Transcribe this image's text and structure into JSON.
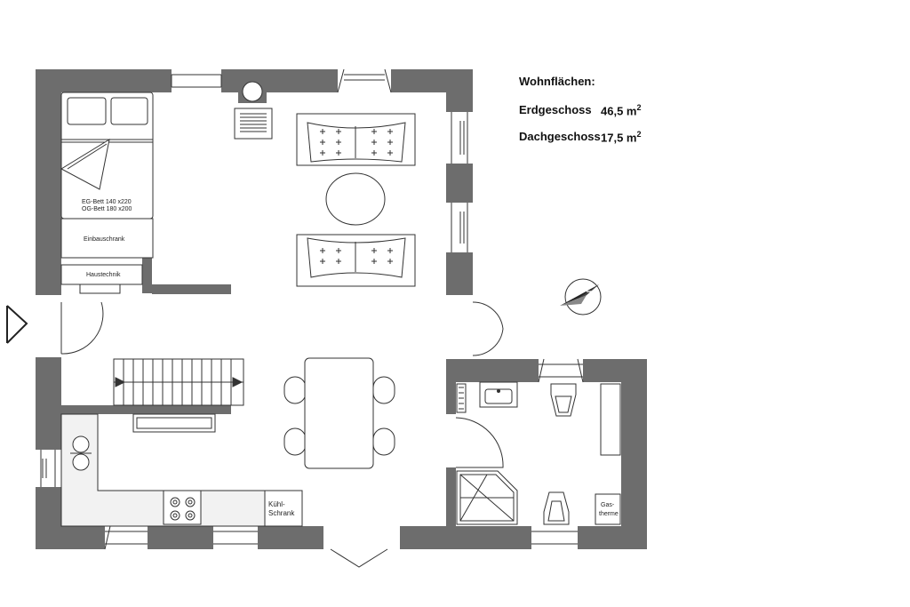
{
  "legend": {
    "title": "Wohnflächen:",
    "rows": [
      {
        "label": "Erdgeschoss",
        "value": "46,5 m",
        "exp": "2"
      },
      {
        "label": "Dachgeschoss",
        "value": "17,5 m",
        "exp": "2"
      }
    ]
  },
  "labels": {
    "bed_line1": "EG-Bett  140 x220",
    "bed_line2": "OG-Bett  180 x200",
    "wardrobe": "Einbauschrank",
    "utility": "Haustechnik",
    "fridge_line1": "Kühl-",
    "fridge_line2": "Schrank",
    "boiler_line1": "Gas-",
    "boiler_line2": "therme"
  },
  "colors": {
    "wall": "#6d6d6d",
    "line": "#333333",
    "counter_fill": "#f2f2f2"
  }
}
